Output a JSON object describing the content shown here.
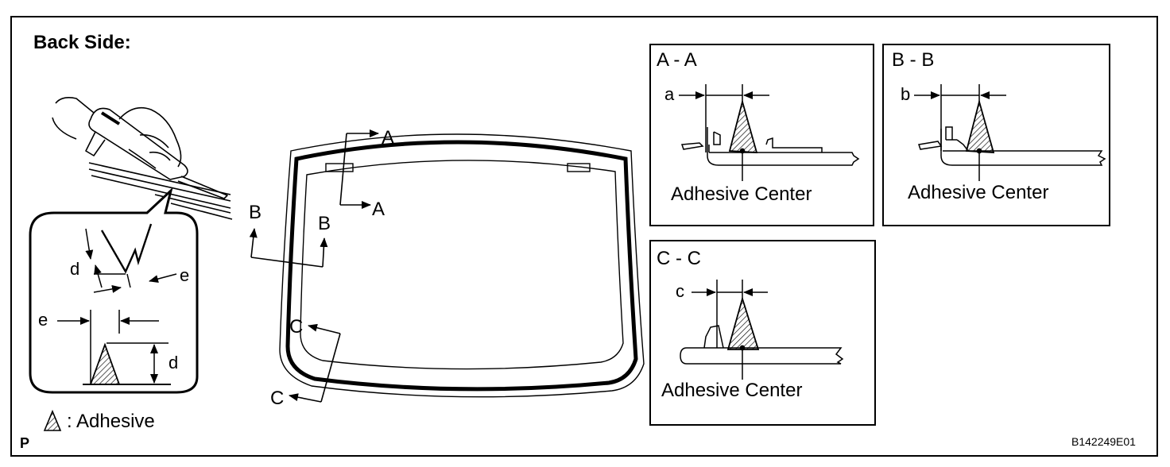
{
  "back_side_label": "Back Side:",
  "legend": {
    "symbol_name": "adhesive-triangle-icon",
    "label": ": Adhesive"
  },
  "corner_mark": "P",
  "figure_id": "B142249E01",
  "windshield_labels": {
    "section_a_top": "A",
    "section_a_bottom": "A",
    "section_b_left": "B",
    "section_b_right": "B",
    "section_c_top": "C",
    "section_c_bottom": "C"
  },
  "bead_detail": {
    "d_upper": "d",
    "e_upper": "e",
    "e_lower": "e",
    "d_lower": "d"
  },
  "panels": {
    "aa": {
      "title": "A - A",
      "dim": "a",
      "caption": "Adhesive Center"
    },
    "bb": {
      "title": "B - B",
      "dim": "b",
      "caption": "Adhesive Center"
    },
    "cc": {
      "title": "C - C",
      "dim": "c",
      "caption": "Adhesive Center"
    }
  }
}
